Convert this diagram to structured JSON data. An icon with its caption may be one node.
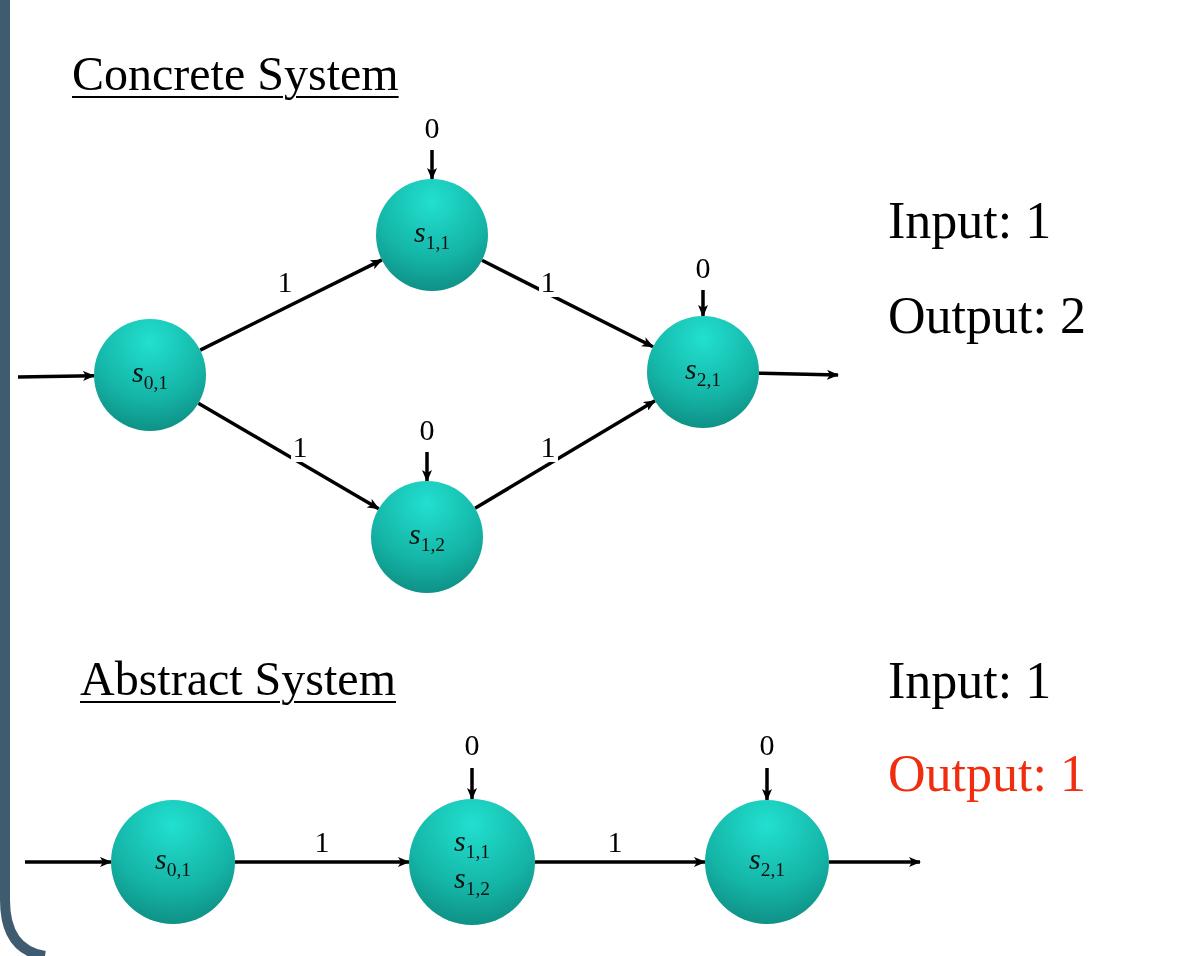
{
  "diagram": {
    "nodes": [
      {
        "text": [
          "*s*$_{0,1}$"
        ]
      },
      {
        "text": [
          "*s*$_{1,1}$"
        ]
      },
      {
        "text": [
          "*s*$_{1,2}$"
        ]
      },
      {
        "text": [
          "*s*$_{2,1}$"
        ]
      },
      {
        "text": [
          "*s*$_{0,1}$"
        ]
      },
      {
        "text": [
          "*s*$_{1,1}$",
          "*s*$_{1,2}$"
        ]
      },
      {
        "text": [
          "*s*$_{2,1}$"
        ]
      }
    ],
    "edges": [
      {
        "from": null,
        "to": 0,
        "arrow": "to"
      },
      {
        "from": 0,
        "to": 1,
        "arrow": "to",
        "label": "1"
      },
      {
        "from": 0,
        "to": 2,
        "arrow": "to",
        "label": "1"
      },
      {
        "from": 1,
        "to": 3,
        "arrow": "to",
        "label": "1"
      },
      {
        "from": 2,
        "to": 3,
        "arrow": "to",
        "label": "1"
      },
      {
        "from": null,
        "to": 1,
        "arrow": "to",
        "label": "0"
      },
      {
        "from": null,
        "to": 2,
        "arrow": "to",
        "label": "0"
      },
      {
        "from": null,
        "to": 3,
        "arrow": "to",
        "label": "0"
      },
      {
        "from": 3,
        "to": null,
        "arrow": "to"
      },
      {
        "from": null,
        "to": 4,
        "arrow": "to"
      },
      {
        "from": 4,
        "to": 5,
        "arrow": "to",
        "label": "1"
      },
      {
        "from": null,
        "to": 5,
        "arrow": "to",
        "label": "0"
      },
      {
        "from": 5,
        "to": 6,
        "arrow": "to",
        "label": "1"
      },
      {
        "from": null,
        "to": 6,
        "arrow": "to",
        "label": "0"
      },
      {
        "from": 6,
        "to": null,
        "arrow": "to"
      }
    ],
    "labels": [
      "Concrete System",
      "Input: 1",
      "Output: 2",
      "Abstract System",
      "Input: 1",
      "Output: 1"
    ]
  }
}
